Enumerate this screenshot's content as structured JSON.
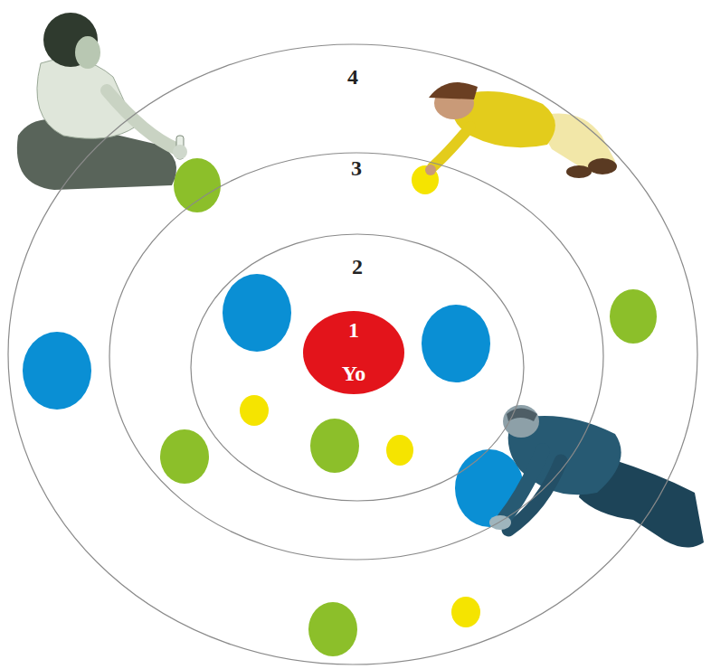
{
  "diagram": {
    "nodes": [
      {
        "text": [
          "4"
        ]
      },
      {
        "text": [
          "3"
        ],
        "in": 0
      },
      {
        "text": [
          "2"
        ],
        "in": 1
      },
      {
        "text": [
          "1",
          "Yo"
        ],
        "in": 2
      }
    ]
  }
}
